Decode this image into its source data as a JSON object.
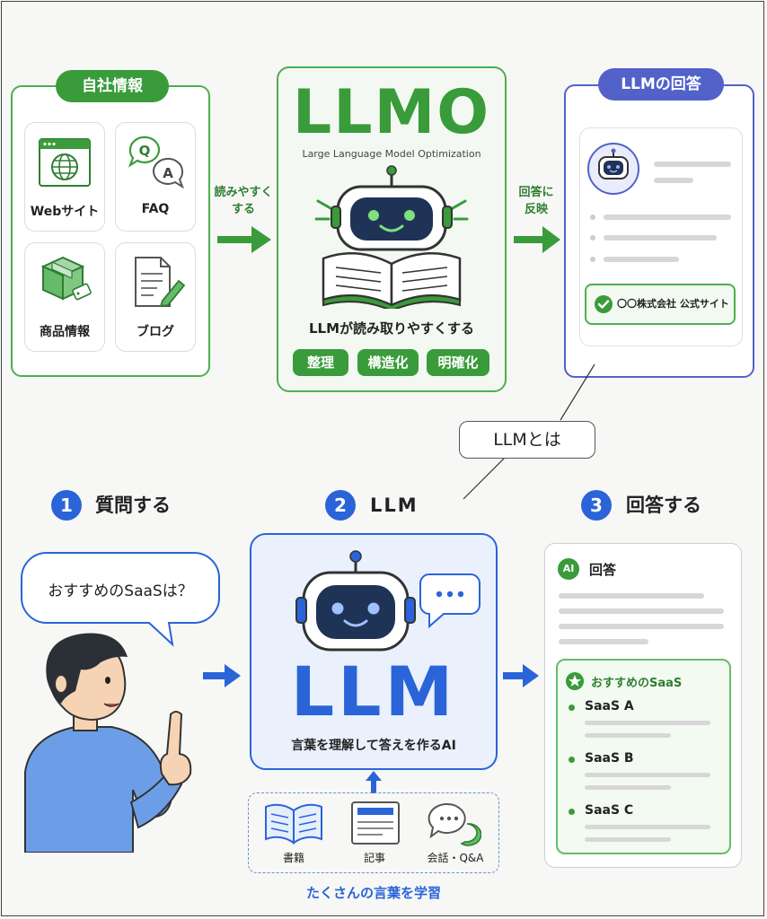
{
  "top": {
    "company_info": {
      "header": "自社情報",
      "items": [
        {
          "label": "Webサイト",
          "icon": "globe-browser-icon"
        },
        {
          "label": "FAQ",
          "icon": "qa-bubbles-icon"
        },
        {
          "label": "商品情報",
          "icon": "package-icon"
        },
        {
          "label": "ブログ",
          "icon": "blog-document-icon"
        }
      ]
    },
    "arrow1_label": "読みやすく\nする",
    "llmo": {
      "title": "LLMO",
      "subtitle": "Large Language Model Optimization",
      "tagline": "LLMが読み取りやすくする",
      "tags": [
        "整理",
        "構造化",
        "明確化"
      ]
    },
    "arrow2_label": "回答に\n反映",
    "llm_answer": {
      "header": "LLMの回答",
      "official_site": "〇〇株式会社 公式サイト"
    }
  },
  "callout": "LLMとは",
  "steps": [
    {
      "num": "1",
      "title": "質問する"
    },
    {
      "num": "2",
      "title": "LLM"
    },
    {
      "num": "3",
      "title": "回答する"
    }
  ],
  "question_bubble": "おすすめのSaaSは？",
  "llm_box": {
    "title": "LLM",
    "caption": "言葉を理解して答えを作るAI"
  },
  "learning": {
    "items": [
      {
        "label": "書籍",
        "icon": "book-icon"
      },
      {
        "label": "記事",
        "icon": "article-icon"
      },
      {
        "label": "会話・Q&A",
        "icon": "chat-bubbles-icon"
      }
    ],
    "caption": "たくさんの言葉を学習"
  },
  "answer_card": {
    "badge": "AI",
    "header": "回答",
    "recommend_title": "おすすめのSaaS",
    "items": [
      "SaaS A",
      "SaaS B",
      "SaaS C"
    ]
  },
  "colors": {
    "green": "#3a9b3a",
    "blue": "#2a64d8",
    "navy_robot": "#1f3357",
    "purple_header": "#5262c9"
  }
}
